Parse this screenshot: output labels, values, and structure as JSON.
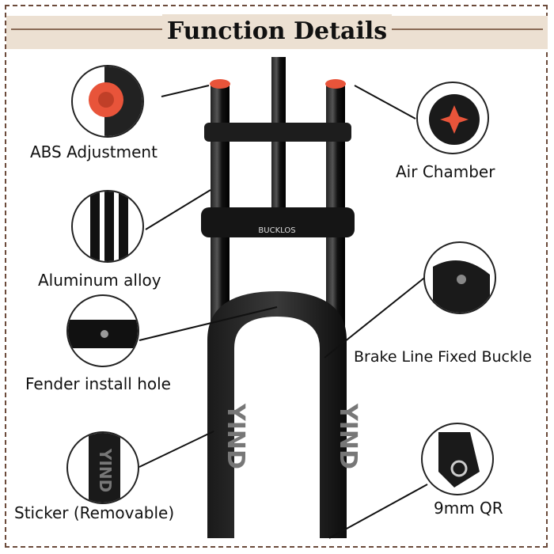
{
  "title": "Function Details",
  "brand_text": "BUCKLOS",
  "sticker_text": "YIND",
  "labels": {
    "abs": "ABS Adjustment",
    "air": "Air Chamber",
    "aluminum": "Aluminum alloy",
    "brake": "Brake Line Fixed Buckle",
    "fender": "Fender install hole",
    "sticker": "Sticker (Removable)",
    "qr": "9mm QR"
  },
  "colors": {
    "header_bg": "#ece0d2",
    "frame": "#6b4a3a",
    "accent": "#e8543a"
  }
}
